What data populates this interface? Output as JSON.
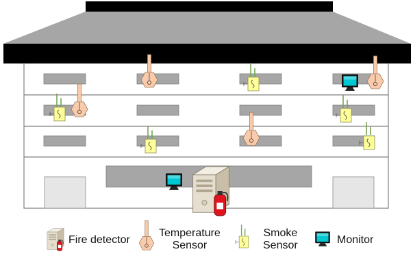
{
  "legend": {
    "fire_detector": "Fire detector",
    "temp_line1": "Temperature",
    "temp_line2": "Sensor",
    "smoke_line1": "Smoke",
    "smoke_line2": "Sensor",
    "monitor": "Monitor"
  },
  "icons": {
    "fire_detector": "server-with-fire-extinguisher-icon",
    "temperature_sensor": "hexagon-probe-icon",
    "smoke_sensor": "yellow-box-with-antennas-icon",
    "monitor": "crt-monitor-icon"
  },
  "colors": {
    "roof": "#a6a6a6",
    "roof_band": "#000000",
    "wall_outline": "#7f7f7f",
    "ceiling_panel": "#a6a6a6",
    "temperature_sensor": "#f8cbad",
    "smoke_sensor": "#ffff99",
    "monitor_screen": "#00c8d2",
    "extinguisher": "#e0141e",
    "server": "#e6dfcf"
  }
}
